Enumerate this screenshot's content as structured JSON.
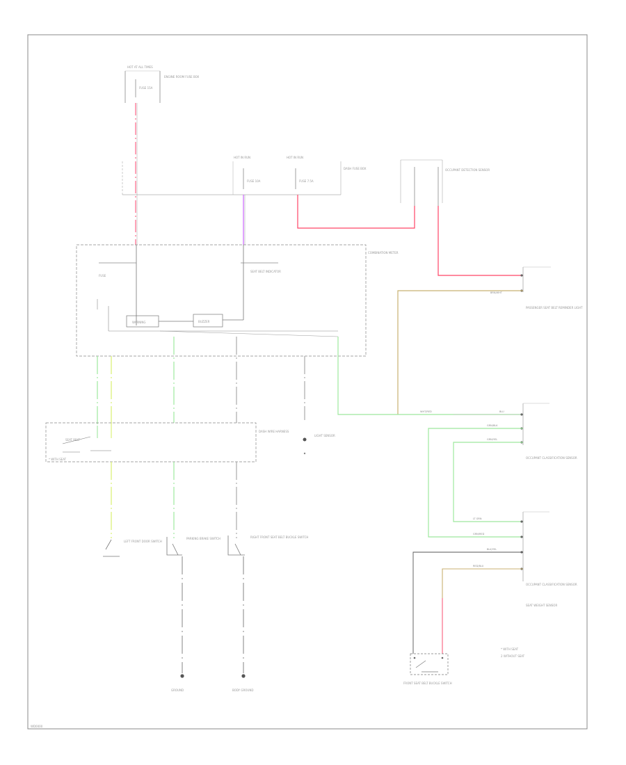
{
  "diagram": {
    "border_color": "#888888",
    "wire_colors": {
      "gray": "#7a7a7a",
      "pink": "#ff6688",
      "red": "#ff4466",
      "violet": "#cc66ff",
      "light_green": "#9ee89e",
      "yellow_green": "#d8f070",
      "tan": "#c8b070",
      "black": "#555555"
    },
    "footer_code": "WD0000",
    "legend": {
      "item1": "* WITH SEAT",
      "item2": "2 WITHOUT SEAT"
    },
    "labels": {
      "hot_at_all_times": "HOT AT ALL TIMES",
      "fuse_top": "FUSE 15A",
      "fuse_box_top": "ENGINE ROOM FUSE BOX",
      "hot_run1": "HOT IN RUN",
      "hot_run2": "HOT IN RUN",
      "fuse_a": "FUSE 10A",
      "fuse_b": "FUSE 7.5A",
      "dash_fuse_box": "DASH FUSE BOX",
      "occupant_sensor": "OCCUPANT DETECTION SENSOR",
      "combination_meter": "COMBINATION METER",
      "cm_fuse": "FUSE",
      "cm_seat_belt": "SEAT BELT INDICATOR",
      "box_warning": "WARNING",
      "box_buzzer": "BUZZER",
      "passenger_indicator": "PASSENGER SEAT BELT REMINDER LIGHT",
      "dash_wire_harness": "DASH WIRE HARNESS",
      "seat_belt_label": "SEAT BELT",
      "light_sensor": "LIGHT SENSOR",
      "lh_switch": "LEFT FRONT DOOR SWITCH",
      "parking_brake": "PARKING BRAKE SWITCH",
      "rh_buckle": "RIGHT FRONT SEAT BELT BUCKLE SWITCH",
      "occ_class1": "OCCUPANT CLASSIFICATION SENSOR",
      "occ_class2": "OCCUPANT CLASSIFICATION SENSOR",
      "seat_weight": "SEAT WEIGHT SENSOR",
      "ground_left": "GROUND",
      "ground_right": "BODY GROUND",
      "buckle_bottom": "FRONT SEAT BELT BUCKLE SWITCH"
    },
    "wire_labels": {
      "w1": "WHT/RED",
      "w2": "GRN/BLK",
      "w3": "GRN/YEL",
      "w4": "LT GRN",
      "w5": "GRN/RED",
      "w6": "BLK/YEL",
      "w7": "BRN/WHT",
      "w8": "BLU",
      "w9": "RED/BLU"
    }
  }
}
